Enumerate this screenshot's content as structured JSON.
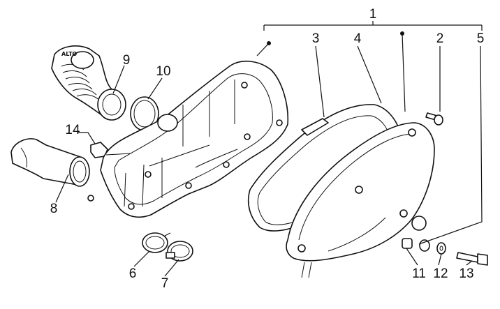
{
  "callouts": [
    {
      "id": "1",
      "label": "1"
    },
    {
      "id": "2",
      "label": "2"
    },
    {
      "id": "3",
      "label": "3"
    },
    {
      "id": "4",
      "label": "4"
    },
    {
      "id": "5",
      "label": "5"
    },
    {
      "id": "6",
      "label": "6"
    },
    {
      "id": "7",
      "label": "7"
    },
    {
      "id": "8",
      "label": "8"
    },
    {
      "id": "9",
      "label": "9"
    },
    {
      "id": "10",
      "label": "10"
    },
    {
      "id": "11",
      "label": "11"
    },
    {
      "id": "12",
      "label": "12"
    },
    {
      "id": "13",
      "label": "13"
    },
    {
      "id": "14",
      "label": "14"
    }
  ],
  "part_marking": "ALTO",
  "colors": {
    "line": "#111111",
    "background": "#ffffff"
  }
}
